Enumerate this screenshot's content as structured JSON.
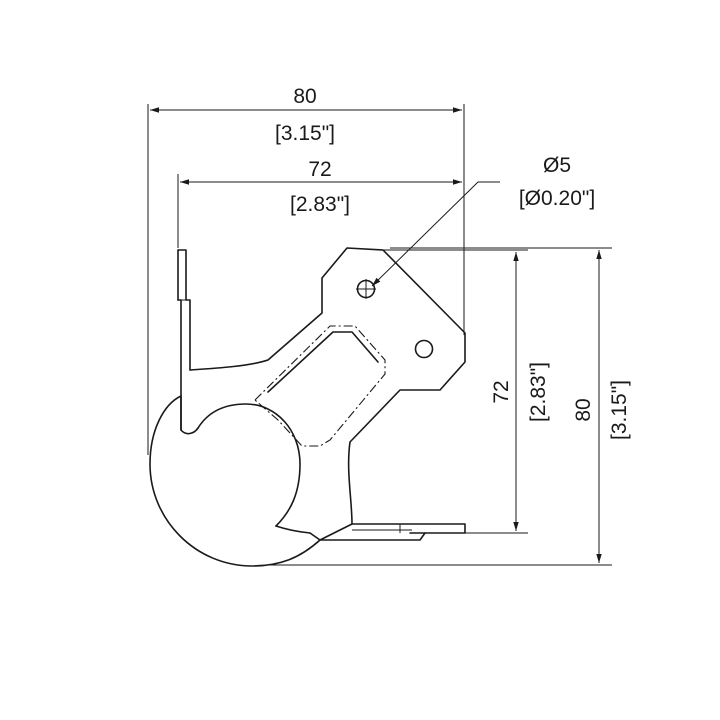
{
  "dimensions": {
    "top_width_mm": "80",
    "top_width_in": "[3.15\"]",
    "inner_width_mm": "72",
    "inner_width_in": "[2.83\"]",
    "hole_dia_mm": "Ø5",
    "hole_dia_in": "[Ø0.20\"]",
    "inner_height_mm": "72",
    "inner_height_in": "[2.83\"]",
    "total_height_mm": "80",
    "total_height_in": "[3.15\"]"
  },
  "colors": {
    "line": "#1a1a1a",
    "background": "#ffffff"
  }
}
